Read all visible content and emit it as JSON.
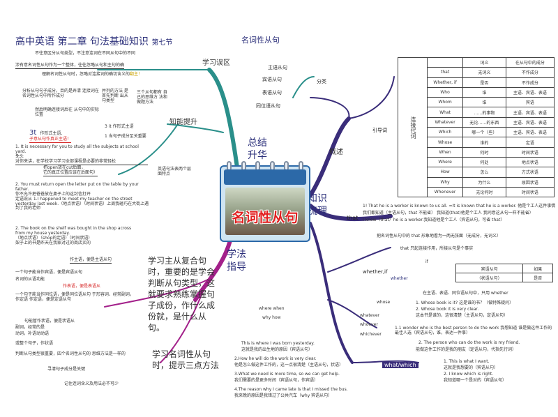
{
  "header": {
    "title": "高中英语  第二章  句法基础知识",
    "section": "第七节",
    "topic": "名词性从句"
  },
  "intro": {
    "line1": "不往意区分从句类型，不注意连词在不同从句中的不同",
    "line2": "涉有意名词性从句作为一个整体，往往忽略从句和主句的确",
    "line3": "理解名词性从句时，忽略对连接词的确切含义的",
    "line3_emph": "翻主！"
  },
  "branches": {
    "study_error": "学习误区",
    "ability": "知能提升",
    "summary": "总结\n升华",
    "overview": "概述",
    "knowledge": "知识\n梳理",
    "method": "学法\n指导",
    "tip": "提示三点方法",
    "classify": "分类",
    "guide": "引导词",
    "that": "that",
    "whether_if": "whether,if",
    "what_which": "what/which"
  },
  "clause_types": [
    "主语从句",
    "宾语从句",
    "表语从句",
    "同位语从句"
  ],
  "left_notes": {
    "n1": "分析从句句子成分，目的是弄清 连接词在",
    "n1b": "名词性从句中所作成分",
    "n2a": "并列的方法  是",
    "n2b": "首先判断 出从",
    "n2c": "句类型",
    "n3a": "三个从句都有 自",
    "n3b": "己的思维方 法和",
    "n3c": "做题方法",
    "n4": "然后明确连接词后在 从句中的实际位置",
    "n5a": "3t",
    "n5b": "作形式主语,",
    "n5c": "子意从句作真正主语！",
    "n6": "3 it 作形式主语",
    "n7": "1 当句子成分至关重要",
    "q1": "1. It is necessary for you to study all the subjects at school yard.",
    "q1b": "免头",
    "q1c": "对你来讲，在学校学习学习全部课程是必要的非常轻松",
    "q1d": "把open放在cut后面，",
    "q1e": "它的真正位置应该在后面句）",
    "q2": "2. You must return open the letter put on the table by your father.",
    "q2b": "你不允许把爸爸放在桌子上的这封信打开",
    "q2c": "定语说从  1.I happened to meet my teacher on the street yesterday last week.（地点状语）（时间状语）上周我碰巧在大街上遇到了我的老师",
    "q3": "2. The book on the shelf was bought in the shop across from my house yesterday.",
    "q3b": "（地点状语）（shop的定语）（时间状语）",
    "q3c": "架子上的书是昨天在我家对过的商店买的",
    "english_order": "英语句法表两个层面特点",
    "note_subject": "作主语，便是主语从句",
    "s1": "一个句子能当作宾语，便是宾语从句",
    "s2": "名词的从语功能",
    "s3": "作表语，便是表语从",
    "s4": "一个句子能当作同位语，便是同位语从句 于形容词、经常副词，作定语  作定语，便是定语从句",
    "s5": "句能暂作状语，便是状语从",
    "s6": "副词，经常的是",
    "s7": "动词，补语动动语",
    "s8": "或整个句子，作状语",
    "s9": "判断从句类型很重要，四个名词性从句的 思维方法是一样的",
    "s10": "寻清句子成分是关键",
    "s11": "记住连词含义及用法必不可少"
  },
  "method_text": "学习主从复合句时，重要的是学会判断从句类型，这就要求熟练掌握句子成份，作什么成份就，是什么从句。",
  "tip_text": "学习名词性从句时，提示三点方法",
  "table": {
    "category": "连接代词",
    "headers": [
      "词义",
      "在从句中的成分"
    ],
    "rows": [
      [
        "that",
        "无词义",
        "不作成分"
      ],
      [
        "Whether, if",
        "是否",
        "不作成分"
      ],
      [
        "Who",
        "谁",
        "主语、宾语、表语"
      ],
      [
        "Whom",
        "谁",
        "宾语"
      ],
      [
        "What",
        "……的事物",
        "主语、宾语、表语"
      ],
      [
        "Whatever",
        "无论……的东西",
        "主语、宾语、表语"
      ],
      [
        "Which",
        "哪一个（些）",
        "主语、宾语、表语"
      ],
      [
        "Whose",
        "谁的",
        "定语"
      ],
      [
        "When",
        "何时",
        "时间状语"
      ],
      [
        "Where",
        "何处",
        "地点状语"
      ],
      [
        "How",
        "怎么",
        "方式状语"
      ],
      [
        "Why",
        "为什么",
        "原因状语"
      ],
      [
        "Whenever",
        "无论何时",
        "时间状语"
      ]
    ]
  },
  "right_notes": {
    "r1": "1! That he is a worker is known to us all. =It is known that he is a worker. 他是个工人这件事情",
    "r2": "我们都知道（主语从句，that 不能省）  我知道(that)他是个工人  我同意这从句一样不能省）",
    "r3": "I know（that）he is a worker.我知道他是个工人（宾语从句，可省 that）",
    "r4": "把名词性从句中的 that 形象地看为一两无张面（无成分，无词义）",
    "r5": "that 只起连接作用，所接从句是个事实",
    "r6": "if",
    "r7": "宾语从句",
    "r8": "如果",
    "r9": "（状语从句）",
    "r10": "是否",
    "r11": "在主语、表语、同位语从句中，只用 whether",
    "r12": "1. Whose book is it? 这是谁的书？（做特殊疑问）",
    "r13": "2. Whose book it is very clear.",
    "r14": "这本书是谁的，这很清楚（主语从句，定语从句）",
    "r15": "1.1 wonder who is the best person to do the work 我想知道 谁是做这件工作的最佳人选（宾语从句，谁，表达一件事）",
    "r16": "2. The person who can do the work is my friend.",
    "r17": "能做这件工作的是我的朋友（定语从句，代指先行词）",
    "r18": "1. This is what I want.",
    "r19": "这就是我想要的（宾语从句）",
    "r20": "2. I know which is right.",
    "r21": "我知道哪一个是对的（宾语从句）",
    "whether": "whether",
    "wh_list": [
      "whose",
      "whatever",
      "whoever",
      "whichever"
    ],
    "where_when": "where when",
    "why_how": "why how"
  },
  "bottom_examples": {
    "e1": "This is where I was born yesterday.",
    "e1b": "这就是我的出生地的原因（宾语从句）",
    "e2": "2.How he will do the work is very clear.",
    "e2b": "他是怎么做这件工作的，这一点很清楚（主语从句，状语）",
    "e3": "3.What we need is more time, so we can get help.",
    "e3b": "我们需要的是更多时间（宾语从句，作宾语）",
    "e4": "4.The reason why I came late is that I missed the bus.",
    "e4b": "我来晚的原因是我错过了公共汽车（why 宾语从句）"
  }
}
